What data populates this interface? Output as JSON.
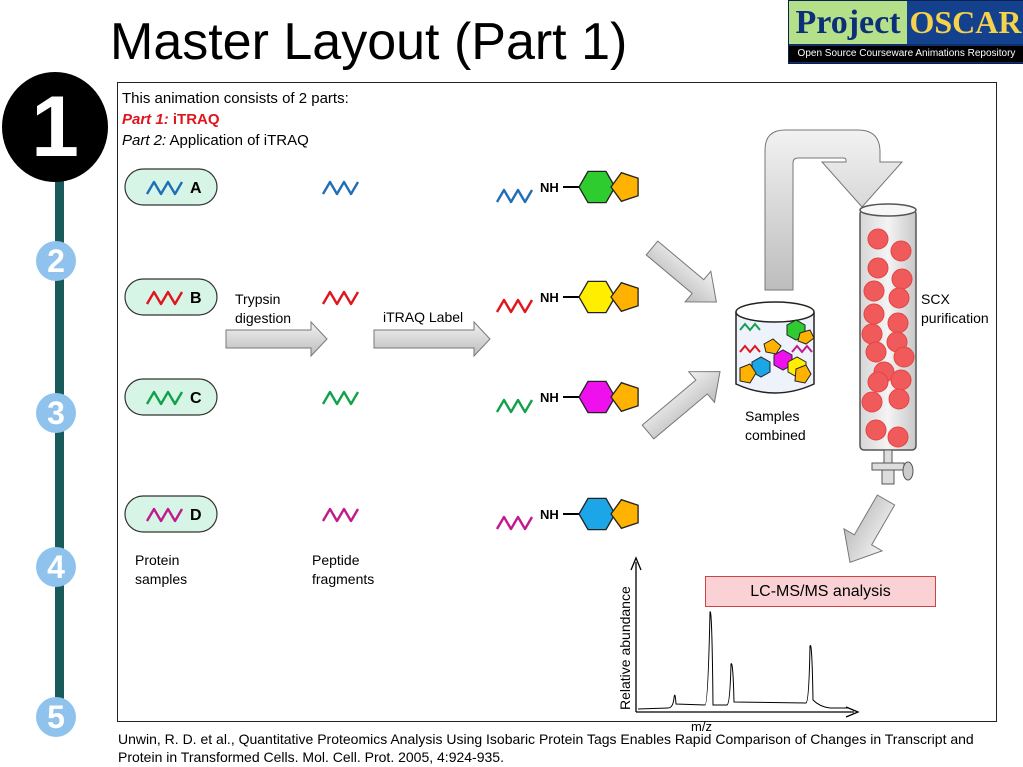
{
  "title": "Master Layout (Part 1)",
  "logo": {
    "project": "Project",
    "oscar": "OSCAR",
    "tagline": "Open Source Courseware Animations Repository"
  },
  "steps": [
    "1",
    "2",
    "3",
    "4",
    "5"
  ],
  "intro": {
    "line1": "This animation consists of 2 parts:",
    "part1_label": "Part 1:",
    "part1_text": "iTRAQ",
    "part2_label": "Part 2:",
    "part2_text": "Application of iTRAQ"
  },
  "samples": [
    {
      "letter": "A",
      "color": "#1f6fb5",
      "tag_color": "#2ecc2e"
    },
    {
      "letter": "B",
      "color": "#e0141c",
      "tag_color": "#ffee00"
    },
    {
      "letter": "C",
      "color": "#12a14a",
      "tag_color": "#ee11ee"
    },
    {
      "letter": "D",
      "color": "#c01a8c",
      "tag_color": "#1ca6e8"
    }
  ],
  "nh_label": "NH",
  "arrows": {
    "trypsin": "Trypsin\ndigestion",
    "itraq": "iTRAQ Label"
  },
  "labels": {
    "protein_samples": "Protein\nsamples",
    "peptide_fragments": "Peptide\nfragments",
    "samples_combined": "Samples\ncombined",
    "scx": "SCX\npurification",
    "lcms": "LC-MS/MS analysis"
  },
  "spectrum": {
    "ylabel": "Relative abundance",
    "xlabel": "m/z"
  },
  "colors": {
    "label_tag_orange": "#ffb300",
    "bead_red": "#f05a5a",
    "protein_box_fill": "#d7f5e6",
    "lcms_fill": "#fad2d5"
  },
  "citation": "Unwin, R. D. et al., Quantitative Proteomics Analysis Using Isobaric Protein Tags Enables Rapid Comparison of Changes in Transcript and Protein in Transformed Cells. Mol. Cell. Prot. 2005, 4:924-935."
}
